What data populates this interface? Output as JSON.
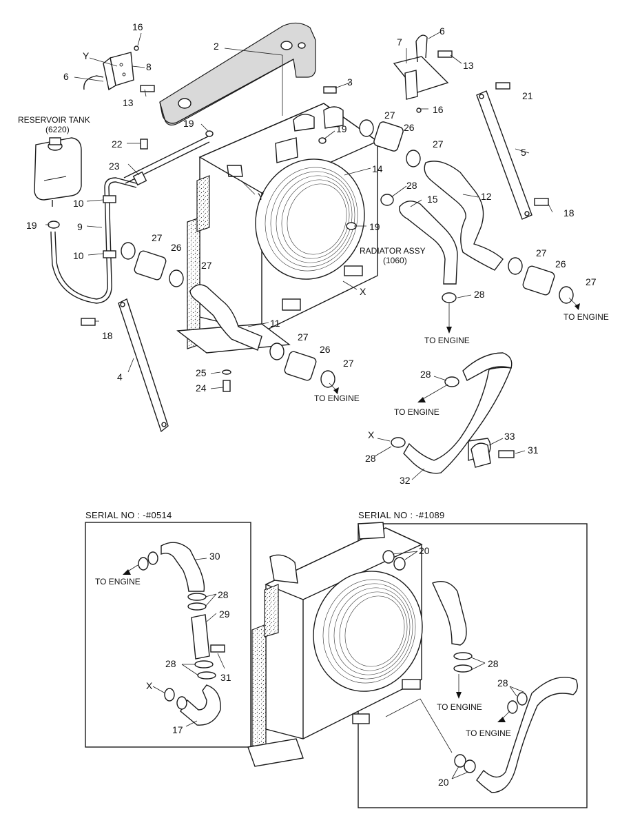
{
  "labels": {
    "reservoir_tank": "RESERVOIR TANK",
    "reservoir_code": "(6220)",
    "radiator_assy": "RADIATOR ASSY",
    "radiator_code": "(1060)",
    "to_engine": "TO ENGINE",
    "serial_a": "SERIAL NO : -#0514",
    "serial_b": "SERIAL NO : -#1089",
    "x": "X",
    "y": "Y"
  },
  "parts": {
    "p1": "2",
    "p2": "3",
    "p3": "4",
    "p4": "5",
    "p5": "6",
    "p6": "7",
    "p7": "8",
    "p8": "9",
    "p9": "10",
    "p10": "11",
    "p11": "12",
    "p12": "13",
    "p13": "14",
    "p14": "15",
    "p15": "16",
    "p16": "17",
    "p17": "18",
    "p18": "19",
    "p19": "20",
    "p20": "21",
    "p21": "22",
    "p22": "23",
    "p23": "24",
    "p24": "25",
    "p25": "26",
    "p26": "27",
    "p27": "28",
    "p28": "29",
    "p29": "30",
    "p30": "31",
    "p31": "32",
    "p32": "33"
  }
}
